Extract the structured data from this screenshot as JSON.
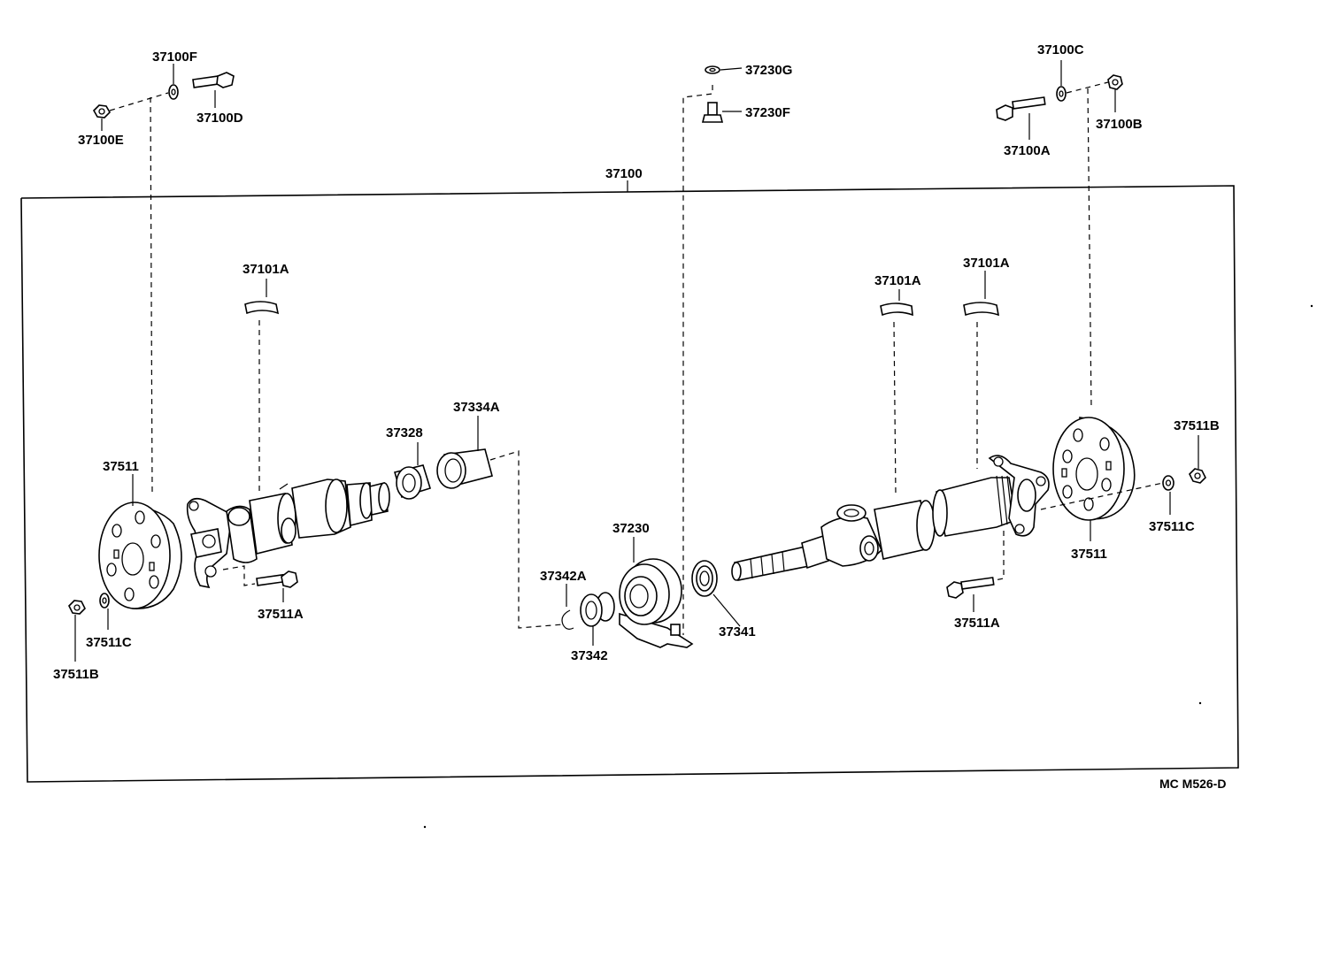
{
  "diagram_code": "MC M526-D",
  "assembly_label": "37100",
  "labels": {
    "p37100F": "37100F",
    "p37100D": "37100D",
    "p37100E": "37100E",
    "p37230G": "37230G",
    "p37230F": "37230F",
    "p37100C": "37100C",
    "p37100B": "37100B",
    "p37100A": "37100A",
    "p37101A_l": "37101A",
    "p37101A_m": "37101A",
    "p37101A_r": "37101A",
    "p37334A": "37334A",
    "p37328": "37328",
    "p37511_l": "37511",
    "p37511A_l": "37511A",
    "p37511C_l": "37511C",
    "p37511B_l": "37511B",
    "p37230": "37230",
    "p37342A": "37342A",
    "p37342": "37342",
    "p37341": "37341",
    "p37511A_r": "37511A",
    "p37511B_r": "37511B",
    "p37511C_r": "37511C",
    "p37511_r": "37511"
  }
}
